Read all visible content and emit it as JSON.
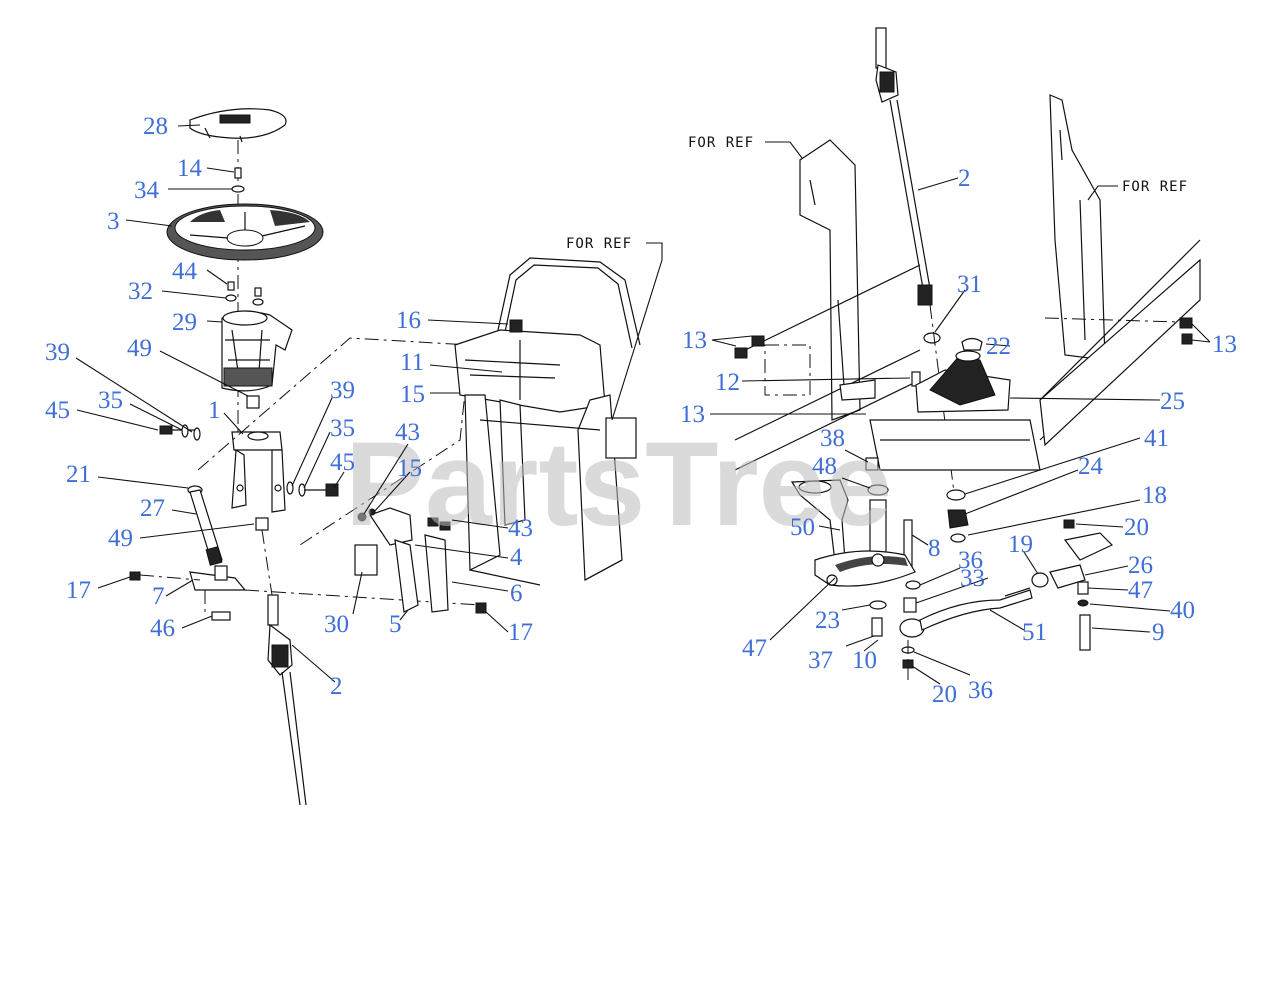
{
  "watermark": "PartsTree",
  "ref_labels": [
    "FOR REF",
    "FOR REF",
    "FOR REF"
  ],
  "callouts": [
    "28",
    "14",
    "34",
    "3",
    "44",
    "32",
    "29",
    "49",
    "39",
    "45",
    "35",
    "1",
    "21",
    "27",
    "49",
    "17",
    "7",
    "46",
    "39",
    "35",
    "45",
    "43",
    "15",
    "16",
    "11",
    "15",
    "43",
    "4",
    "6",
    "30",
    "5",
    "17",
    "2",
    "2",
    "31",
    "22",
    "13",
    "12",
    "13",
    "25",
    "13",
    "38",
    "48",
    "41",
    "24",
    "18",
    "50",
    "8",
    "20",
    "36",
    "19",
    "26",
    "47",
    "23",
    "33",
    "47",
    "40",
    "9",
    "37",
    "10",
    "51",
    "20",
    "36"
  ],
  "colors": {
    "callout": "#3f6fd6",
    "line": "#111111",
    "watermark": "#bdbdbd"
  }
}
